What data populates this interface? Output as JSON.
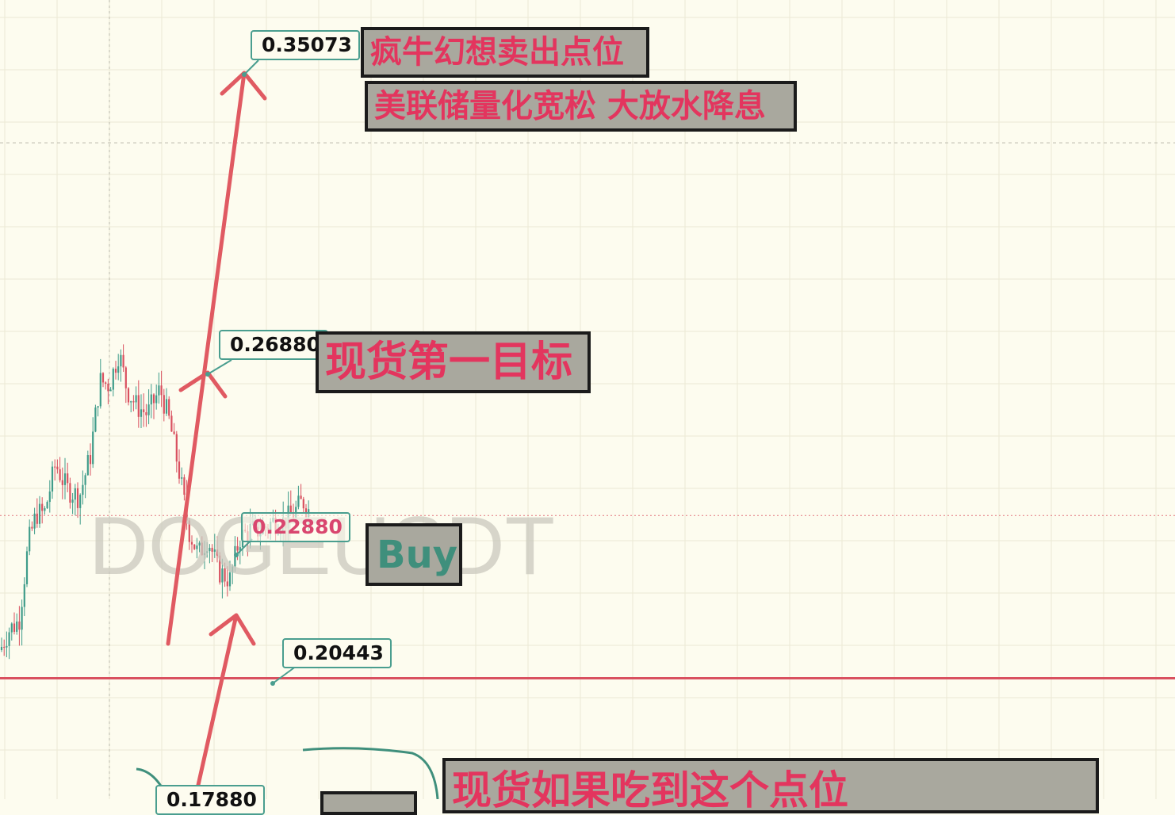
{
  "symbol_watermark": "DOGEUSDT",
  "colors": {
    "background": "#fdfcef",
    "grid": "#ece9d4",
    "up": "#3f9c8a",
    "down": "#d9505f",
    "arrow": "#e05a62",
    "support_line": "#d9505f",
    "note_text": "#e3355e",
    "note_bg": "#a9a89e",
    "tag_border": "#4a9e8f"
  },
  "price_tags": [
    {
      "id": "sell_target",
      "label": "0.35073"
    },
    {
      "id": "first_target",
      "label": "0.26880"
    },
    {
      "id": "current",
      "label": "0.22880"
    },
    {
      "id": "support",
      "label": "0.20443"
    },
    {
      "id": "bottom",
      "label": "0.17880"
    }
  ],
  "notes": {
    "sell_point": "疯牛幻想卖出点位",
    "fed_easing": "美联储量化宽松 大放水降息",
    "first_target": "现货第一目标",
    "buy": "Buy",
    "spot_if": "现货如果吃到这个点位"
  },
  "chart_data": {
    "type": "candlestick",
    "title": "",
    "xlabel": "",
    "ylabel": "",
    "ylim": [
      0.171,
      0.364
    ],
    "horizontal_lines": [
      0.2395,
      0.2002,
      0.3295
    ],
    "annotated_levels": [
      0.35073,
      0.2688,
      0.2288,
      0.20443,
      0.1788
    ]
  }
}
